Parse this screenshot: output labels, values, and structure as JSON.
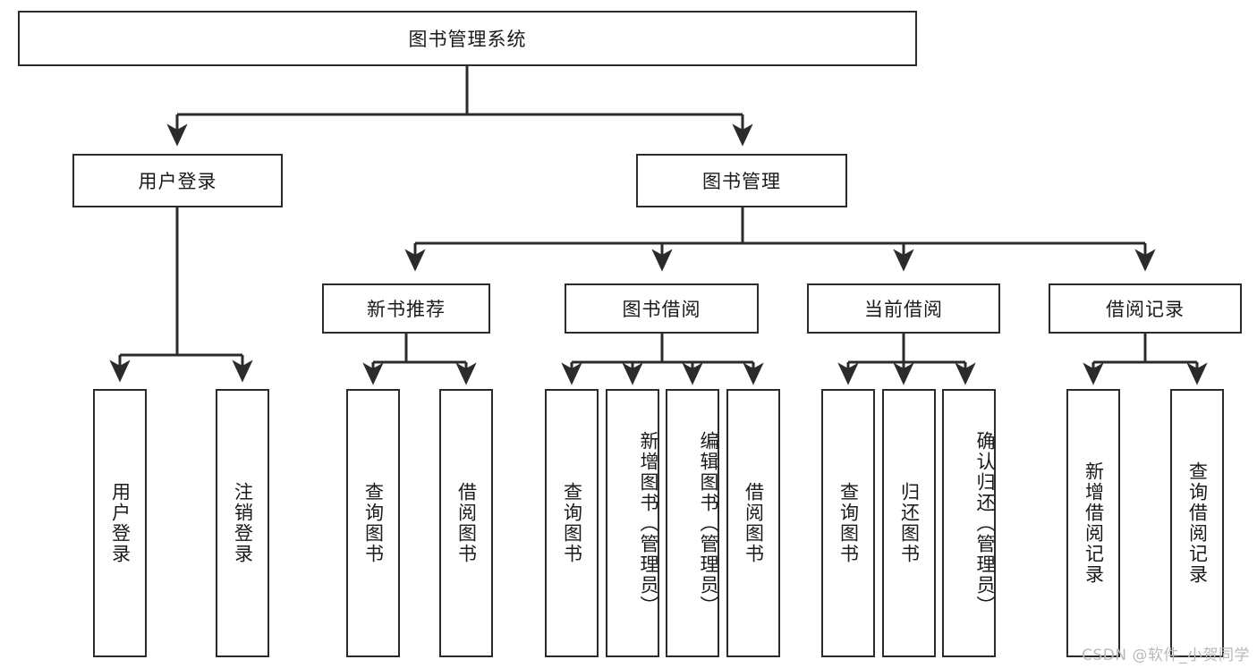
{
  "diagram": {
    "type": "tree-hierarchy",
    "title": "图书管理系统",
    "root": {
      "id": "root",
      "label": "图书管理系统",
      "orientation": "horizontal"
    },
    "level2": [
      {
        "id": "user-login",
        "label": "用户登录",
        "orientation": "horizontal"
      },
      {
        "id": "book-management",
        "label": "图书管理",
        "orientation": "horizontal"
      }
    ],
    "level3": [
      {
        "id": "new-book-recommend",
        "label": "新书推荐",
        "orientation": "horizontal",
        "parent": "book-management"
      },
      {
        "id": "book-borrow",
        "label": "图书借阅",
        "orientation": "horizontal",
        "parent": "book-management"
      },
      {
        "id": "current-borrow",
        "label": "当前借阅",
        "orientation": "horizontal",
        "parent": "book-management"
      },
      {
        "id": "borrow-record",
        "label": "借阅记录",
        "orientation": "horizontal",
        "parent": "book-management"
      }
    ],
    "leaves": [
      {
        "id": "leaf-user-login",
        "label": "用户登录",
        "orientation": "vertical",
        "parent": "user-login"
      },
      {
        "id": "leaf-user-logout",
        "label": "注销登录",
        "orientation": "vertical",
        "parent": "user-login"
      },
      {
        "id": "leaf-query-book-1",
        "label": "查询图书",
        "orientation": "vertical",
        "parent": "new-book-recommend"
      },
      {
        "id": "leaf-borrow-book-1",
        "label": "借阅图书",
        "orientation": "vertical",
        "parent": "new-book-recommend"
      },
      {
        "id": "leaf-query-book-2",
        "label": "查询图书",
        "orientation": "vertical",
        "parent": "book-borrow"
      },
      {
        "id": "leaf-add-book",
        "label": "新增图书（管理员）",
        "orientation": "vertical",
        "parent": "book-borrow"
      },
      {
        "id": "leaf-edit-book",
        "label": "编辑图书（管理员）",
        "orientation": "vertical",
        "parent": "book-borrow"
      },
      {
        "id": "leaf-borrow-book-2",
        "label": "借阅图书",
        "orientation": "vertical",
        "parent": "book-borrow"
      },
      {
        "id": "leaf-query-book-3",
        "label": "查询图书",
        "orientation": "vertical",
        "parent": "current-borrow"
      },
      {
        "id": "leaf-return-book",
        "label": "归还图书",
        "orientation": "vertical",
        "parent": "current-borrow"
      },
      {
        "id": "leaf-confirm-return",
        "label": "确认归还（管理员）",
        "orientation": "vertical",
        "parent": "current-borrow"
      },
      {
        "id": "leaf-add-record",
        "label": "新增借阅记录",
        "orientation": "vertical",
        "parent": "borrow-record"
      },
      {
        "id": "leaf-query-record",
        "label": "查询借阅记录",
        "orientation": "vertical",
        "parent": "borrow-record"
      }
    ],
    "colors": {
      "stroke": "#2b2b2b",
      "fill": "#ffffff",
      "text": "#1a1a1a",
      "watermark": "#b9b9b9"
    }
  },
  "watermark": {
    "text": "CSDN @软件_小贺同学"
  }
}
